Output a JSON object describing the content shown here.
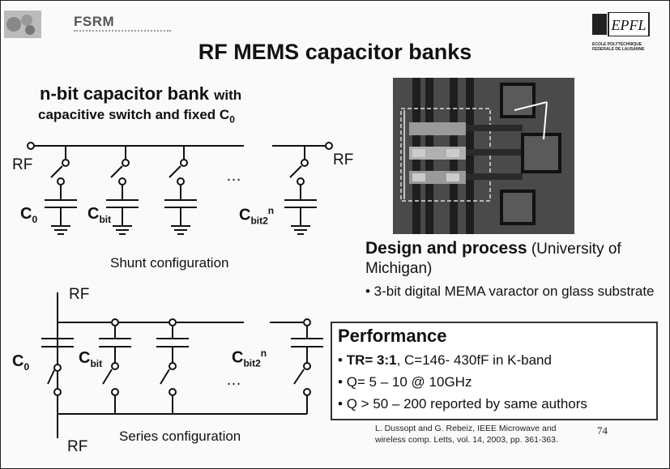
{
  "header": {
    "left_logo_text": "FSRM",
    "right_logo_text": "EPFL",
    "right_logo_caption": "ECOLE POLYTECHNIQUE FEDERALE DE LAUSANNE"
  },
  "title": "RF MEMS capacitor banks",
  "shunt": {
    "heading_main": "n-bit capacitor bank",
    "heading_with": "with",
    "heading_line2": "capacitive switch and fixed C",
    "heading_line2_sub": "0",
    "rf_left": "RF",
    "rf_right": "RF",
    "dots": "…",
    "c0": "C",
    "c0_sub": "0",
    "cbit": "C",
    "cbit_sub": "bit",
    "cbitn": "C",
    "cbitn_sub": "bit2",
    "cbitn_sup": "n",
    "caption": "Shunt configuration"
  },
  "series": {
    "rf_top": "RF",
    "rf_bottom": "RF",
    "dots": "…",
    "c0": "C",
    "c0_sub": "0",
    "cbit": "C",
    "cbit_sub": "bit",
    "cbitn": "C",
    "cbitn_sub": "bit2",
    "cbitn_sup": "n",
    "caption": "Series configuration"
  },
  "design": {
    "bold": "Design and process",
    "rest": " (University of Michigan)",
    "bullet": "• 3-bit digital MEMA varactor on glass substrate"
  },
  "performance": {
    "title": "Performance",
    "items": [
      {
        "bold": "TR= 3:1",
        "text": ", C=146- 430fF in K-band"
      },
      {
        "bold": "",
        "text": "Q= 5 – 10 @ 10GHz"
      },
      {
        "bold": "",
        "text": "Q > 50 – 200 reported by same authors"
      }
    ]
  },
  "reference": {
    "line1": "L. Dussopt and G. Rebeiz, IEEE Microwave and",
    "line2": "wireless comp. Letts, vol. 14, 2003, pp. 361-363."
  },
  "page_number": "74"
}
